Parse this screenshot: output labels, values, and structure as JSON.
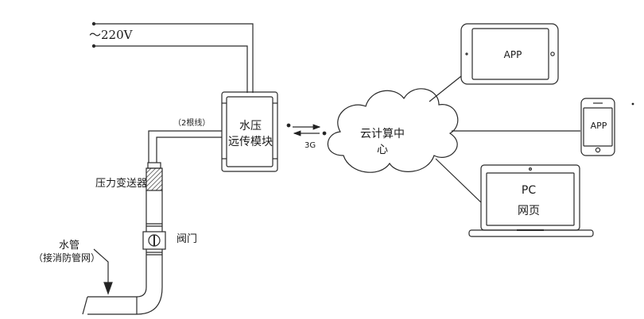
{
  "power": {
    "voltage": "～220V"
  },
  "wiring": {
    "wire_count": "（2根线）"
  },
  "module": {
    "line1": "水压",
    "line2": "远传模块"
  },
  "link": {
    "label": "3G"
  },
  "cloud": {
    "line1": "云计算中",
    "line2": "心"
  },
  "tablet": {
    "label": "APP"
  },
  "phone": {
    "label": "APP"
  },
  "laptop": {
    "line1": "PC",
    "line2": "网页"
  },
  "sensor": {
    "label": "压力变送器"
  },
  "valve": {
    "label": "阀门"
  },
  "pipe": {
    "line1": "水管",
    "line2": "（接消防管网）"
  },
  "colors": {
    "line": "#2a2a2a",
    "background": "#ffffff"
  }
}
